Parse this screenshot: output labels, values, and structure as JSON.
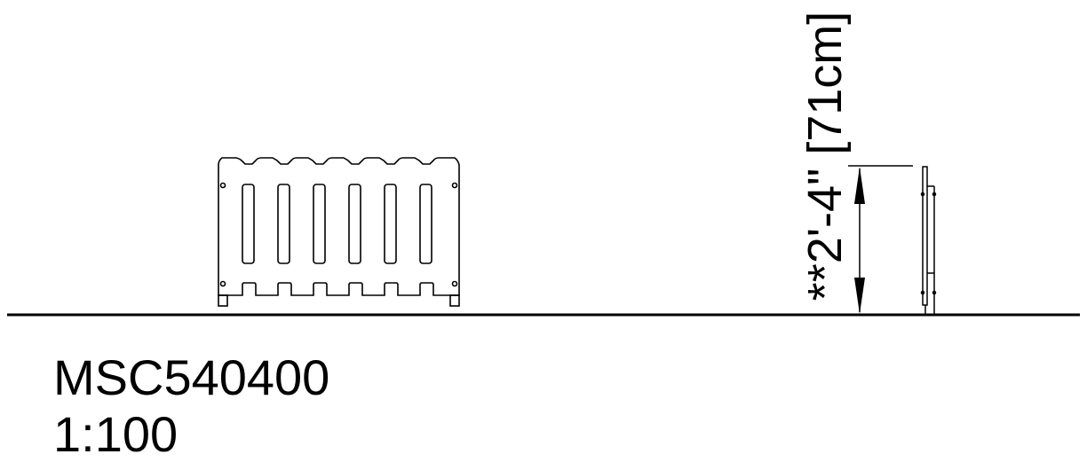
{
  "drawing": {
    "model_number": "MSC540400",
    "scale": "1:100",
    "dimension_label": "**2'-4\" [71cm]",
    "height_imperial": "2'-4\"",
    "height_metric": "71cm",
    "views": [
      "front-elevation",
      "side-elevation"
    ],
    "front_panel": {
      "slot_count": 6,
      "top_notch_count": 6,
      "bottom_tab_count": 6,
      "mounting_hole_count": 4,
      "leg_count": 2
    },
    "colors": {
      "line": "#000000",
      "background": "#ffffff"
    }
  }
}
